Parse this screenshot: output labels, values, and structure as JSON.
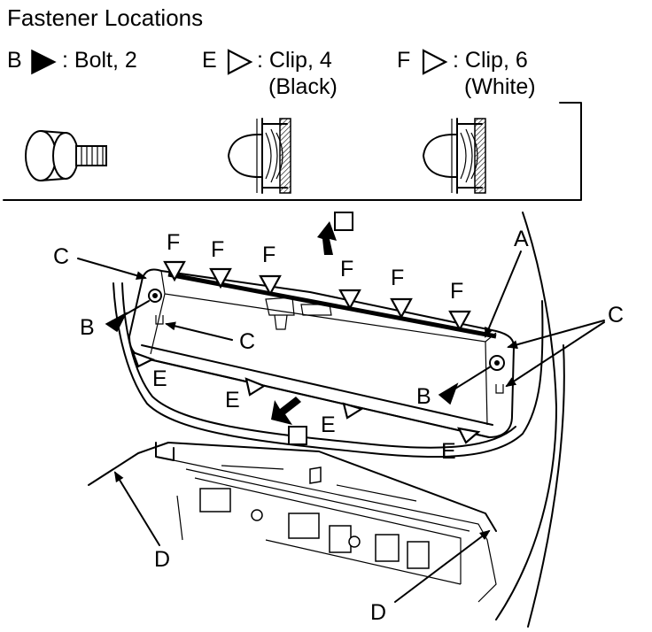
{
  "title": "Fastener Locations",
  "legend": {
    "bolt": {
      "letter": "B",
      "text": ": Bolt, 2",
      "symbol": "solid-triangle-icon"
    },
    "clip_black": {
      "letter": "E",
      "text": ": Clip, 4",
      "note": "(Black)",
      "symbol": "outline-triangle-icon"
    },
    "clip_white": {
      "letter": "F",
      "text": ": Clip, 6",
      "note": "(White)",
      "symbol": "outline-triangle-icon"
    }
  },
  "callouts": {
    "A": "A",
    "B": "B",
    "C": "C",
    "D": "D",
    "E": "E",
    "F": "F"
  },
  "colors": {
    "line": "#000000",
    "background": "#ffffff",
    "shading": "#cccccc"
  }
}
